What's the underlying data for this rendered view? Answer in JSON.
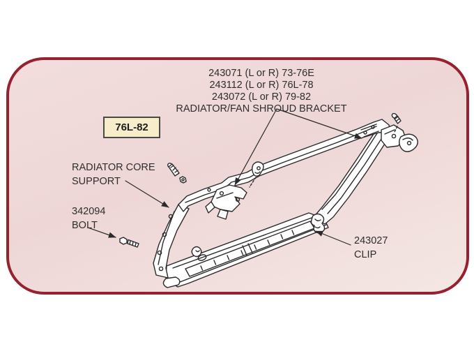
{
  "colors": {
    "page_bg": "#ffffff",
    "panel_border": "#96222f",
    "panel_bg_top": "#f2dddd",
    "panel_bg_mid": "#eed6d6",
    "panel_bg_bottom": "#f4e7e4",
    "badge_bg": "#f8edca",
    "badge_border": "#4a4a42",
    "text": "#2e2e2e",
    "line_art": "#2a2a2a"
  },
  "bracket_callout": {
    "line1": "243071 (L or R) 73-76E",
    "line2": "243112 (L or R) 76L-78",
    "line3": "243072 (L or R) 79-82",
    "line4": "RADIATOR/FAN SHROUD BRACKET"
  },
  "year_badge": {
    "label": "76L-82"
  },
  "labels": {
    "core_support": {
      "line1": "RADIATOR CORE",
      "line2": "SUPPORT"
    },
    "bolt": {
      "part_number": "342094",
      "name": "BOLT"
    },
    "clip": {
      "part_number": "243027",
      "name": "CLIP"
    }
  }
}
